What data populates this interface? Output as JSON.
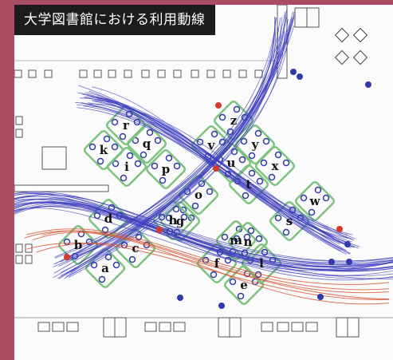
{
  "title": "大学図書館における利用動線",
  "colors": {
    "frame": "#a94d63",
    "title_bg": "#1c1c1c",
    "path_main": "#3d3dbf",
    "path_accent": "#d9532e",
    "table_green": "#7cc47e",
    "seat_blue": "#2f3aa8",
    "marker_red": "#d63a2b"
  },
  "zones": [
    {
      "id": "a",
      "label": "a"
    },
    {
      "id": "b",
      "label": "b"
    },
    {
      "id": "c",
      "label": "c"
    },
    {
      "id": "d",
      "label": "d"
    },
    {
      "id": "e",
      "label": "e"
    },
    {
      "id": "f",
      "label": "f"
    },
    {
      "id": "g",
      "label": "g"
    },
    {
      "id": "h",
      "label": "h"
    },
    {
      "id": "i",
      "label": "i"
    },
    {
      "id": "k",
      "label": "k"
    },
    {
      "id": "l",
      "label": "l"
    },
    {
      "id": "m",
      "label": "m"
    },
    {
      "id": "n",
      "label": "n"
    },
    {
      "id": "o",
      "label": "o"
    },
    {
      "id": "p",
      "label": "p"
    },
    {
      "id": "q",
      "label": "q"
    },
    {
      "id": "r",
      "label": "r"
    },
    {
      "id": "s",
      "label": "s"
    },
    {
      "id": "t",
      "label": "t"
    },
    {
      "id": "u",
      "label": "u"
    },
    {
      "id": "v",
      "label": "v"
    },
    {
      "id": "w",
      "label": "w"
    },
    {
      "id": "x",
      "label": "x"
    },
    {
      "id": "y",
      "label": "y"
    },
    {
      "id": "z",
      "label": "z"
    }
  ]
}
